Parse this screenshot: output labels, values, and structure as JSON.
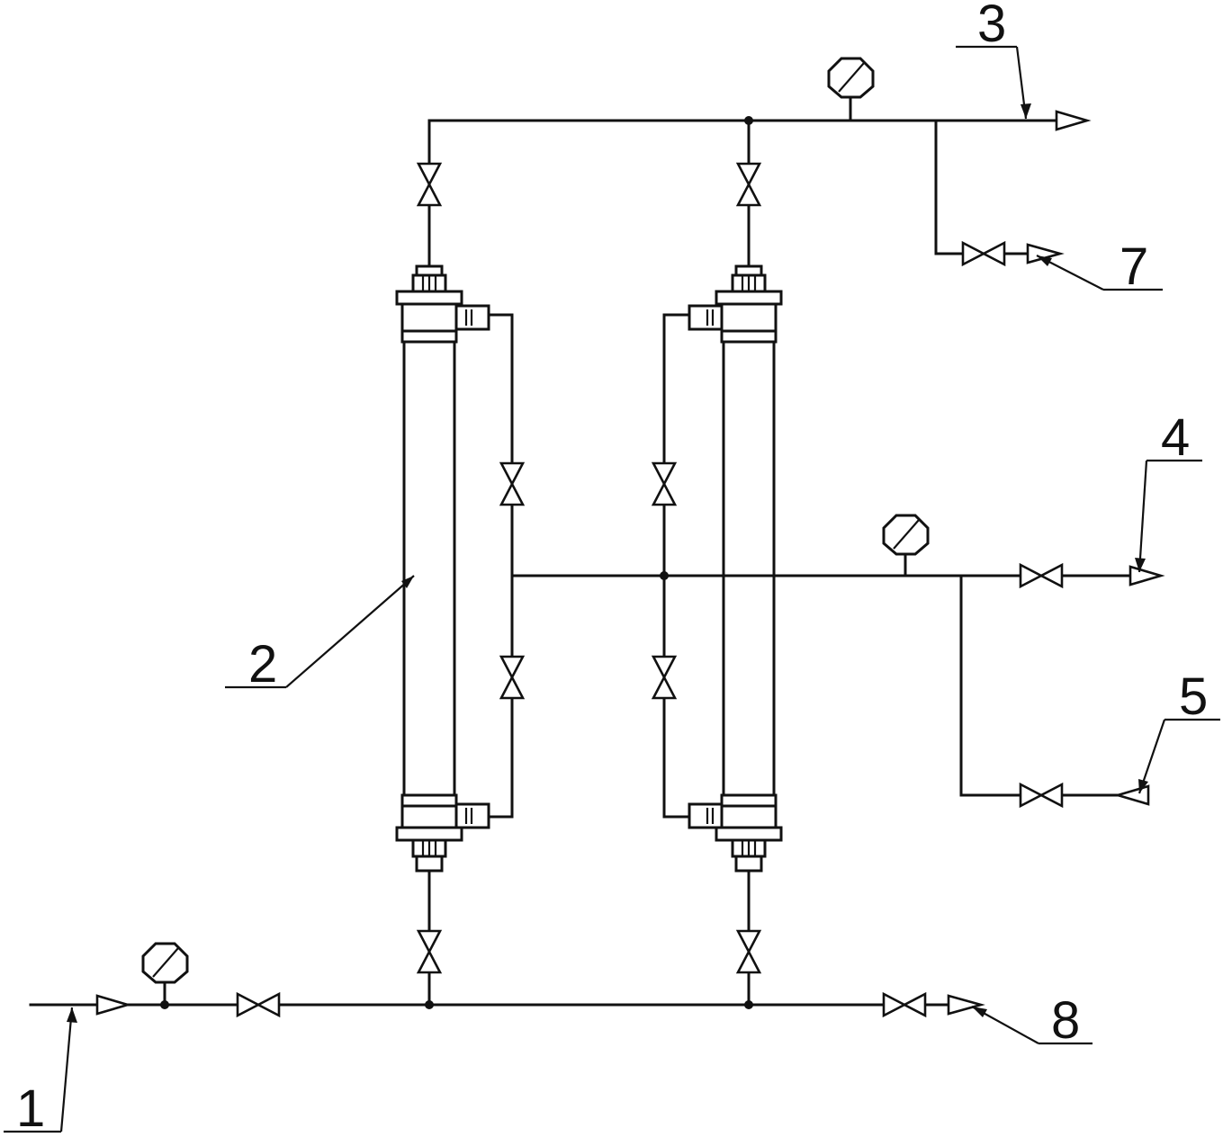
{
  "labels": {
    "feed": "1",
    "module": "2",
    "outlet_top": "3",
    "outlet_mid": "4",
    "inlet_5": "5",
    "drain_7": "7",
    "drain_8": "8"
  }
}
